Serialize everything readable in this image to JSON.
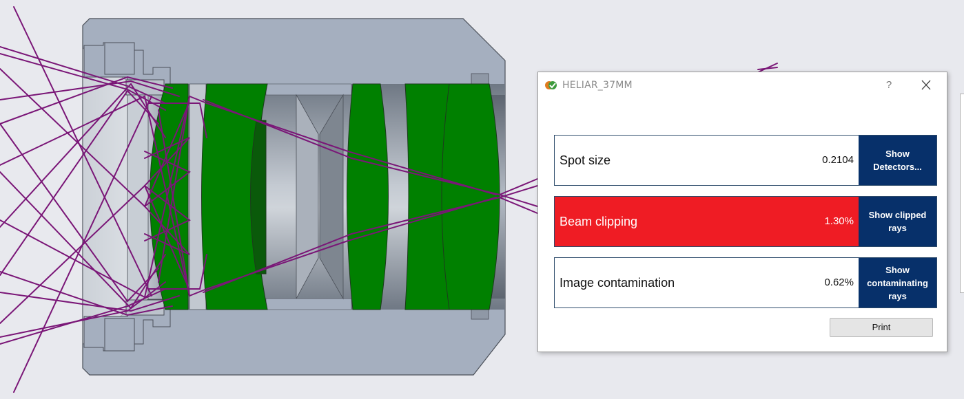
{
  "dialog": {
    "title": "HELIAR_37MM",
    "help_label": "?",
    "metrics": [
      {
        "label": "Spot size",
        "value": "0.2104",
        "button_label": "Show Detectors...",
        "status": "ok"
      },
      {
        "label": "Beam clipping",
        "value": "1.30%",
        "button_label": "Show clipped rays",
        "status": "alert"
      },
      {
        "label": "Image contamination",
        "value": "0.62%",
        "button_label": "Show contaminating rays",
        "status": "ok"
      }
    ],
    "print_label": "Print"
  },
  "colors": {
    "background": "#e8e9ee",
    "housing": "#a5afbf",
    "lens": "#008000",
    "ray": "#7a1677",
    "button": "#07306a",
    "alert": "#ef1c24"
  },
  "icons": [
    "app-icon",
    "help-icon",
    "close-icon"
  ]
}
